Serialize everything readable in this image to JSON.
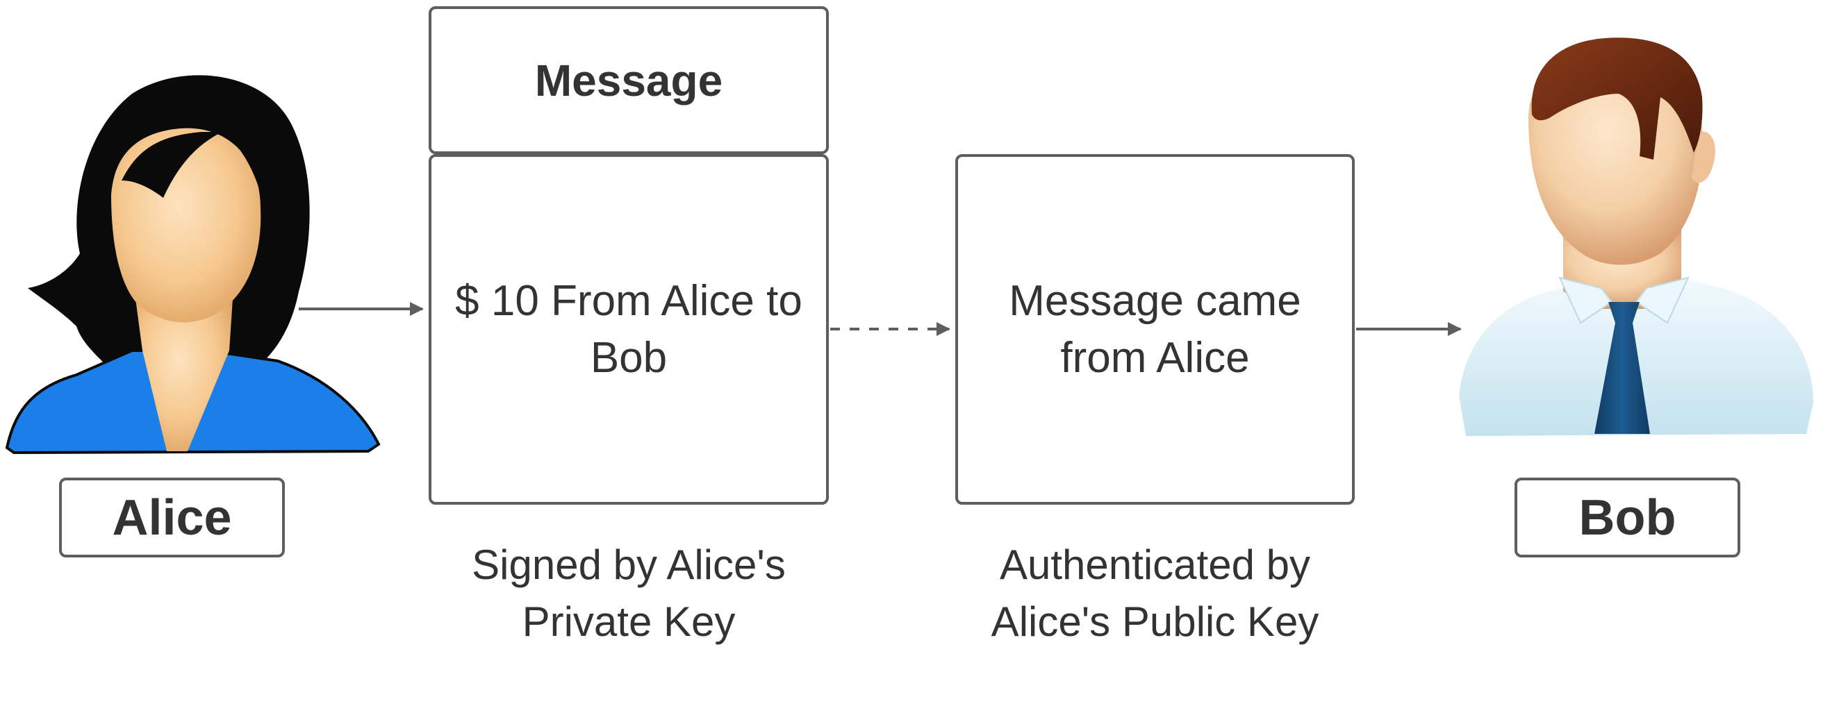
{
  "diagram": {
    "message_header": "Message",
    "signed_message_text": "$ 10 From Alice to Bob",
    "authenticated_text": "Message came from Alice",
    "signed_caption": "Signed by Alice's Private Key",
    "auth_caption": "Authenticated by Alice's Public Key",
    "alice_name": "Alice",
    "bob_name": "Bob"
  },
  "colors": {
    "box_border": "#5e5e5e",
    "text": "#333333",
    "alice_shirt": "#1a7fe8",
    "alice_hair": "#0a0a0a",
    "bob_hair": "#6b2a12",
    "bob_shirt": "#dbeef6",
    "bob_tie": "#15497a",
    "skin": "#f6cb95"
  },
  "icons": {
    "alice_avatar": "woman-avatar-icon",
    "bob_avatar": "man-avatar-icon"
  }
}
